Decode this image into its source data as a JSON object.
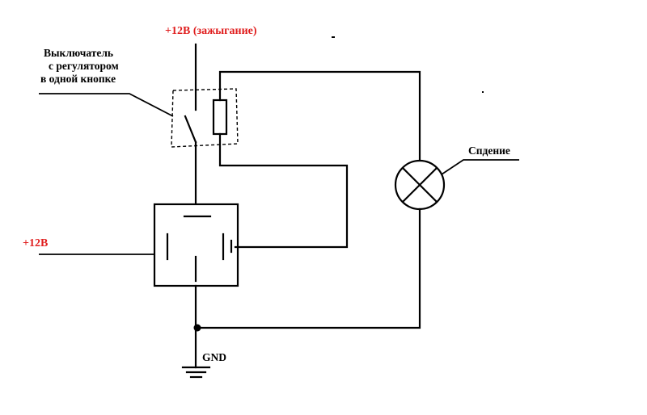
{
  "labels": {
    "ignition": "+12В (зажыгание)",
    "switch_line1": "Выключатель",
    "switch_line2": "с регулятором",
    "switch_line3": "в одной кнопке",
    "power": "+12В",
    "lamp": "Спдение",
    "ground": "GND"
  },
  "colors": {
    "line": "#000000",
    "accent": "#e01e1e",
    "background": "#ffffff"
  }
}
